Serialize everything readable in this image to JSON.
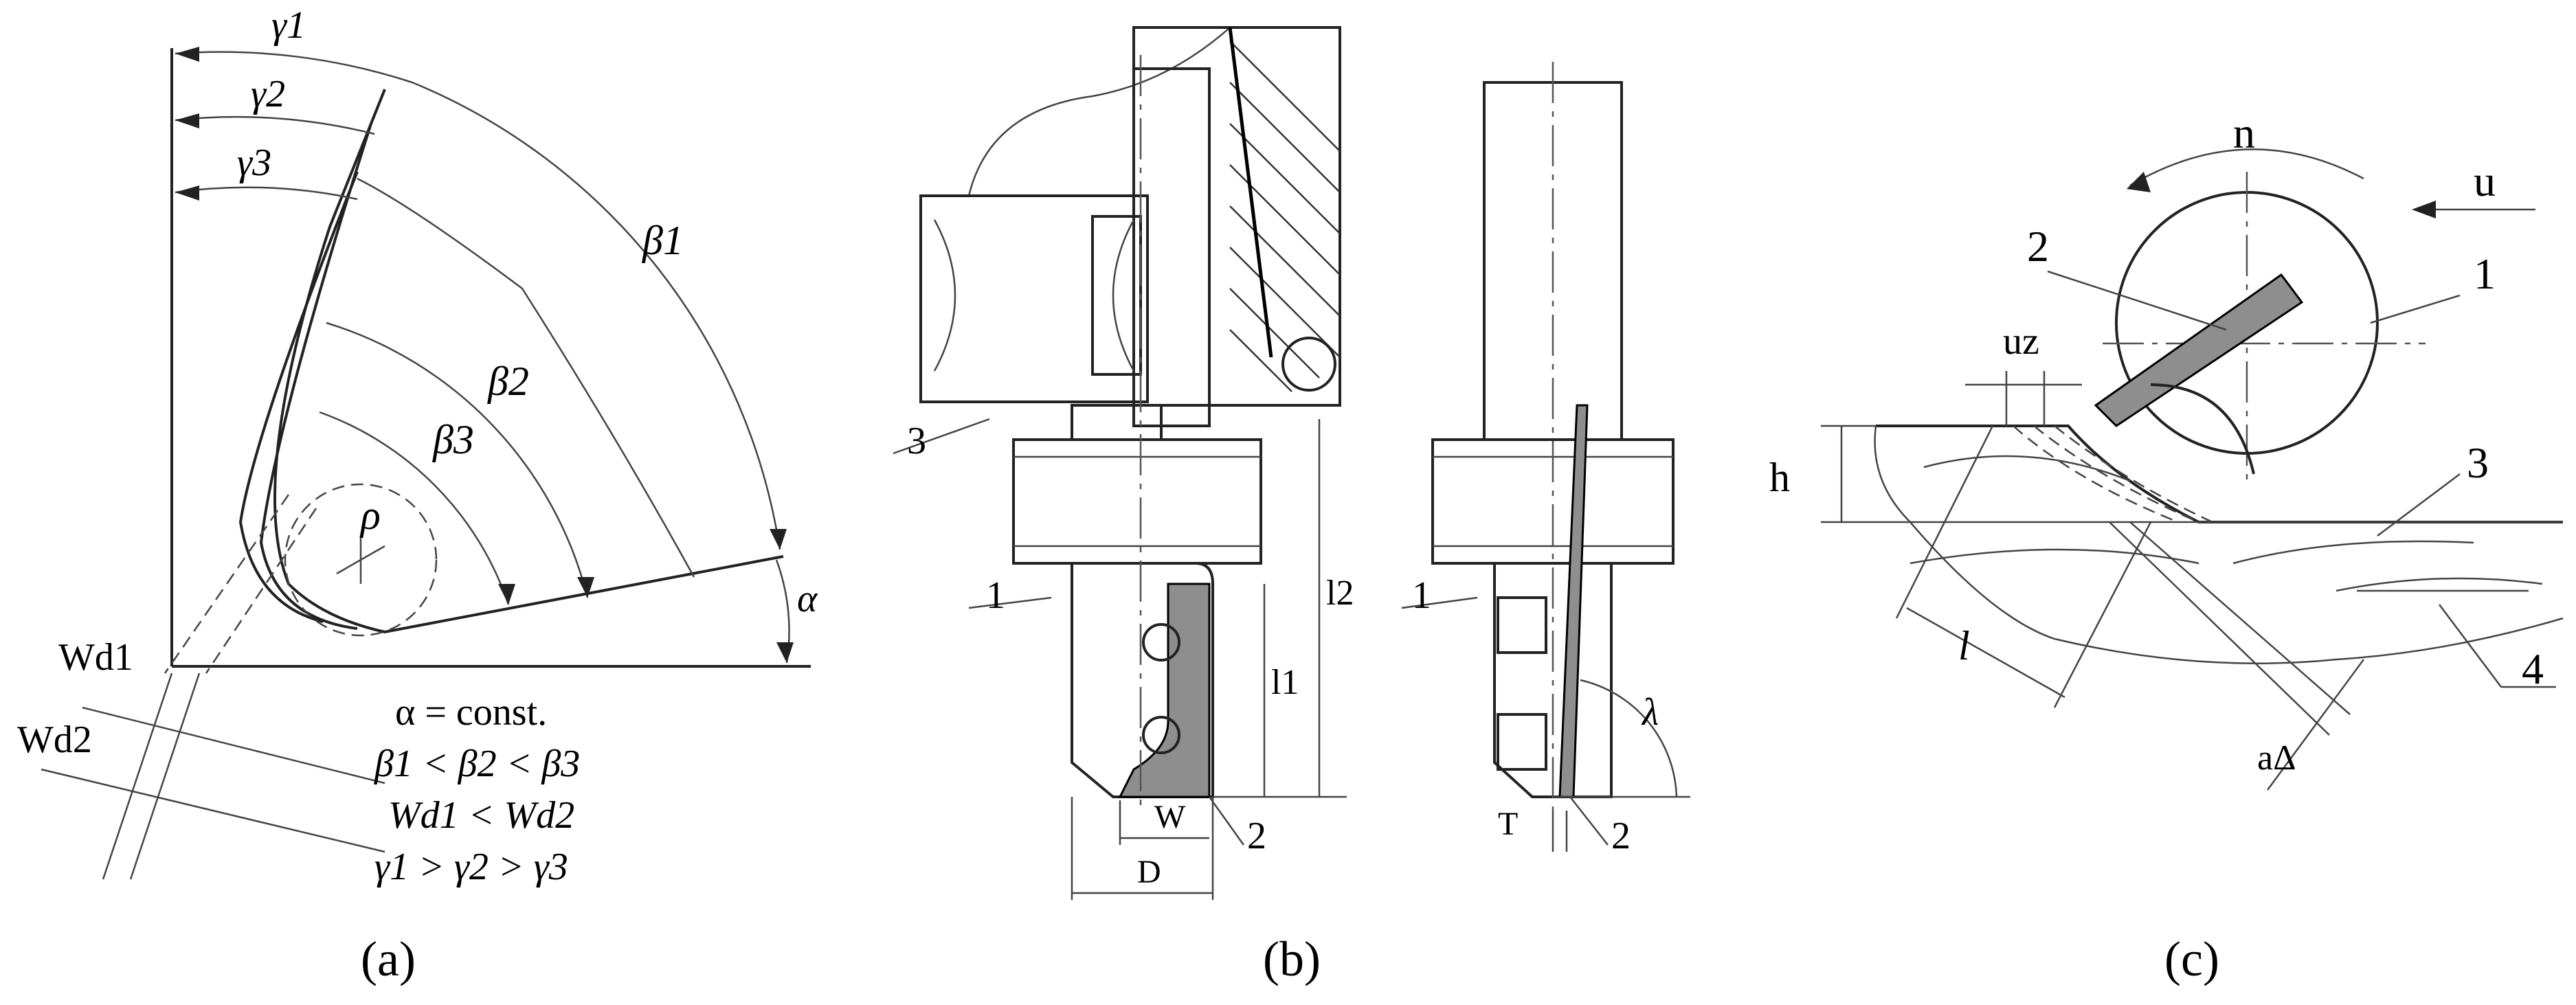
{
  "panels": [
    {
      "caption": "(a)"
    },
    {
      "caption": "(b)"
    },
    {
      "caption": "(c)"
    }
  ],
  "panel_a": {
    "angles": {
      "gamma1": "γ1",
      "gamma2": "γ2",
      "gamma3": "γ3",
      "beta1": "β1",
      "beta2": "β2",
      "beta3": "β3",
      "rho": "ρ",
      "alpha": "α"
    },
    "widths": {
      "wd1": "Wd1",
      "wd2": "Wd2"
    },
    "relations": [
      "α = const.",
      "β1 < β2 < β3",
      "Wd1 < Wd2",
      "γ1 > γ2 > γ3"
    ]
  },
  "panel_b": {
    "labels": {
      "part1_left": "1",
      "part1_right": "1",
      "part2_left": "2",
      "part2_right": "2",
      "part3": "3"
    },
    "dims": {
      "l1": "l1",
      "l2": "l2",
      "W": "W",
      "D": "D",
      "T": "T",
      "lambda": "λ"
    }
  },
  "panel_c": {
    "labels": {
      "n": "n",
      "u": "u",
      "uz": "uz",
      "h": "h",
      "l": "l",
      "a_delta": "aΔ",
      "p1": "1",
      "p2": "2",
      "p3": "3",
      "p4": "4"
    }
  },
  "colors": {
    "insert_gray": "#8e8e8e",
    "line": "#222222"
  }
}
